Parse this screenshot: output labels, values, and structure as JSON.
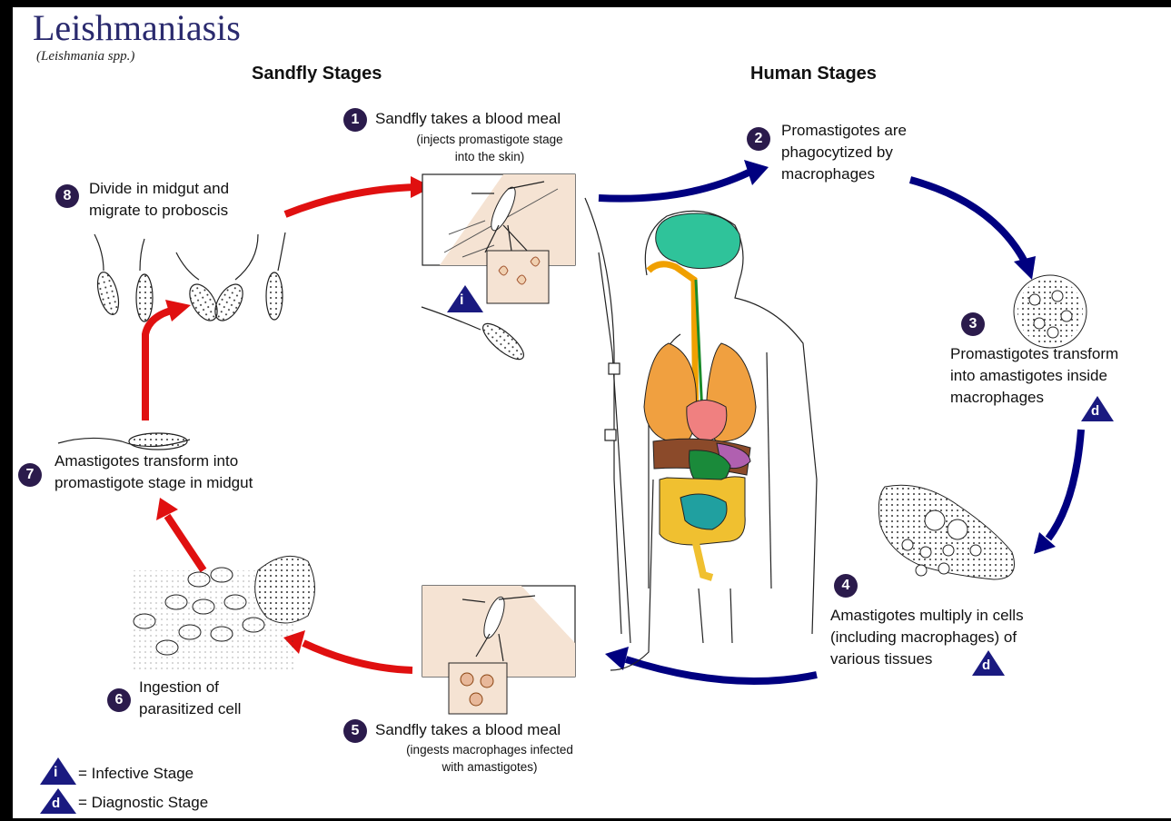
{
  "title": "Leishmaniasis",
  "subtitle": "(Leishmania spp.)",
  "headings": {
    "sandfly": "Sandfly Stages",
    "human": "Human Stages"
  },
  "steps": {
    "s1": {
      "num": "1",
      "text": "Sandfly takes a blood meal",
      "note1": "(injects promastigote stage",
      "note2": "into the skin)"
    },
    "s2": {
      "num": "2",
      "line1": "Promastigotes are",
      "line2": "phagocytized by",
      "line3": "macrophages"
    },
    "s3": {
      "num": "3",
      "line1": "Promastigotes transform",
      "line2": "into amastigotes inside",
      "line3": "macrophages"
    },
    "s4": {
      "num": "4",
      "line1": "Amastigotes multiply in cells",
      "line2": "(including macrophages) of",
      "line3": "various tissues"
    },
    "s5": {
      "num": "5",
      "text": "Sandfly takes a blood meal",
      "note1": "(ingests macrophages infected",
      "note2": "with amastigotes)"
    },
    "s6": {
      "num": "6",
      "line1": "Ingestion of",
      "line2": "parasitized cell"
    },
    "s7": {
      "num": "7",
      "line1": "Amastigotes transform into",
      "line2": "promastigote stage in midgut"
    },
    "s8": {
      "num": "8",
      "line1": "Divide in midgut and",
      "line2": "migrate to proboscis"
    }
  },
  "badges": {
    "infective": "i",
    "diagnostic": "d"
  },
  "legend": {
    "infective": "= Infective Stage",
    "diagnostic": "= Diagnostic Stage"
  },
  "colors": {
    "sandfly_arrow": "#e01010",
    "human_arrow": "#000080",
    "badge": "#1a1a80",
    "title": "#2a2a6e"
  }
}
